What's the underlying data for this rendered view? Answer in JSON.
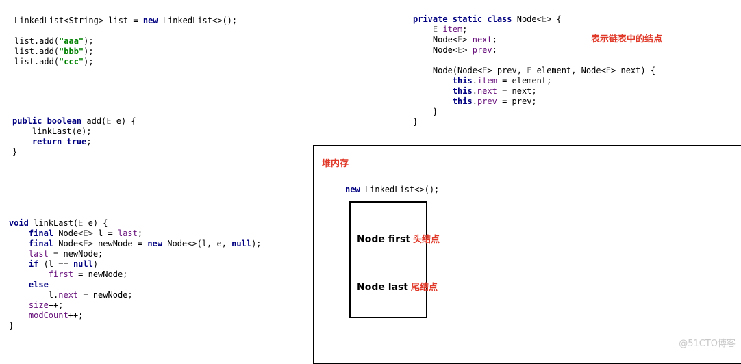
{
  "code_blocks": [
    {
      "id": "list-usage",
      "lines": [
        [
          {
            "t": "LinkedList<String> list = ",
            "c": "ty"
          },
          {
            "t": "new",
            "c": "k"
          },
          {
            "t": " LinkedList<>();",
            "c": "ty"
          }
        ],
        [
          {
            "t": "",
            "c": "ty"
          }
        ],
        [
          {
            "t": "list.add(",
            "c": "ty"
          },
          {
            "t": "\"aaa\"",
            "c": "s"
          },
          {
            "t": ");",
            "c": "ty"
          }
        ],
        [
          {
            "t": "list.add(",
            "c": "ty"
          },
          {
            "t": "\"bbb\"",
            "c": "s"
          },
          {
            "t": ");",
            "c": "ty"
          }
        ],
        [
          {
            "t": "list.add(",
            "c": "ty"
          },
          {
            "t": "\"ccc\"",
            "c": "s"
          },
          {
            "t": ");",
            "c": "ty"
          }
        ]
      ]
    },
    {
      "id": "add-method",
      "lines": [
        [
          {
            "t": "public boolean",
            "c": "k"
          },
          {
            "t": " add(",
            "c": "ty"
          },
          {
            "t": "E",
            "c": "g"
          },
          {
            "t": " e) {",
            "c": "ty"
          }
        ],
        [
          {
            "t": "    linkLast(e);",
            "c": "ty"
          }
        ],
        [
          {
            "t": "    ",
            "c": "ty"
          },
          {
            "t": "return true",
            "c": "k"
          },
          {
            "t": ";",
            "c": "ty"
          }
        ],
        [
          {
            "t": "}",
            "c": "ty"
          }
        ]
      ]
    },
    {
      "id": "linklast-method",
      "lines": [
        [
          {
            "t": "void",
            "c": "k"
          },
          {
            "t": " linkLast(",
            "c": "ty"
          },
          {
            "t": "E",
            "c": "g"
          },
          {
            "t": " e) {",
            "c": "ty"
          }
        ],
        [
          {
            "t": "    ",
            "c": "ty"
          },
          {
            "t": "final",
            "c": "k"
          },
          {
            "t": " Node<",
            "c": "ty"
          },
          {
            "t": "E",
            "c": "g"
          },
          {
            "t": "> l = ",
            "c": "ty"
          },
          {
            "t": "last",
            "c": "f"
          },
          {
            "t": ";",
            "c": "ty"
          }
        ],
        [
          {
            "t": "    ",
            "c": "ty"
          },
          {
            "t": "final",
            "c": "k"
          },
          {
            "t": " Node<",
            "c": "ty"
          },
          {
            "t": "E",
            "c": "g"
          },
          {
            "t": "> newNode = ",
            "c": "ty"
          },
          {
            "t": "new",
            "c": "k"
          },
          {
            "t": " Node<>(l, e, ",
            "c": "ty"
          },
          {
            "t": "null",
            "c": "k"
          },
          {
            "t": ");",
            "c": "ty"
          }
        ],
        [
          {
            "t": "    ",
            "c": "ty"
          },
          {
            "t": "last",
            "c": "f"
          },
          {
            "t": " = newNode;",
            "c": "ty"
          }
        ],
        [
          {
            "t": "    ",
            "c": "ty"
          },
          {
            "t": "if",
            "c": "k"
          },
          {
            "t": " (l == ",
            "c": "ty"
          },
          {
            "t": "null",
            "c": "k"
          },
          {
            "t": ")",
            "c": "ty"
          }
        ],
        [
          {
            "t": "        ",
            "c": "ty"
          },
          {
            "t": "first",
            "c": "f"
          },
          {
            "t": " = newNode;",
            "c": "ty"
          }
        ],
        [
          {
            "t": "    ",
            "c": "ty"
          },
          {
            "t": "else",
            "c": "k"
          }
        ],
        [
          {
            "t": "        l.",
            "c": "ty"
          },
          {
            "t": "next",
            "c": "f"
          },
          {
            "t": " = newNode;",
            "c": "ty"
          }
        ],
        [
          {
            "t": "    ",
            "c": "ty"
          },
          {
            "t": "size",
            "c": "f"
          },
          {
            "t": "++;",
            "c": "ty"
          }
        ],
        [
          {
            "t": "    ",
            "c": "ty"
          },
          {
            "t": "modCount",
            "c": "f"
          },
          {
            "t": "++;",
            "c": "ty"
          }
        ],
        [
          {
            "t": "}",
            "c": "ty"
          }
        ]
      ]
    },
    {
      "id": "node-class",
      "lines": [
        [
          {
            "t": "private static class",
            "c": "k"
          },
          {
            "t": " Node<",
            "c": "ty"
          },
          {
            "t": "E",
            "c": "g"
          },
          {
            "t": "> {",
            "c": "ty"
          }
        ],
        [
          {
            "t": "    ",
            "c": "ty"
          },
          {
            "t": "E",
            "c": "g"
          },
          {
            "t": " ",
            "c": "ty"
          },
          {
            "t": "item",
            "c": "f"
          },
          {
            "t": ";",
            "c": "ty"
          }
        ],
        [
          {
            "t": "    Node<",
            "c": "ty"
          },
          {
            "t": "E",
            "c": "g"
          },
          {
            "t": "> ",
            "c": "ty"
          },
          {
            "t": "next",
            "c": "f"
          },
          {
            "t": ";",
            "c": "ty"
          }
        ],
        [
          {
            "t": "    Node<",
            "c": "ty"
          },
          {
            "t": "E",
            "c": "g"
          },
          {
            "t": "> ",
            "c": "ty"
          },
          {
            "t": "prev",
            "c": "f"
          },
          {
            "t": ";",
            "c": "ty"
          }
        ],
        [
          {
            "t": "",
            "c": "ty"
          }
        ],
        [
          {
            "t": "    Node(Node<",
            "c": "ty"
          },
          {
            "t": "E",
            "c": "g"
          },
          {
            "t": "> prev, ",
            "c": "ty"
          },
          {
            "t": "E",
            "c": "g"
          },
          {
            "t": " element, Node<",
            "c": "ty"
          },
          {
            "t": "E",
            "c": "g"
          },
          {
            "t": "> next) {",
            "c": "ty"
          }
        ],
        [
          {
            "t": "        ",
            "c": "ty"
          },
          {
            "t": "this",
            "c": "k"
          },
          {
            "t": ".",
            "c": "ty"
          },
          {
            "t": "item",
            "c": "f"
          },
          {
            "t": " = element;",
            "c": "ty"
          }
        ],
        [
          {
            "t": "        ",
            "c": "ty"
          },
          {
            "t": "this",
            "c": "k"
          },
          {
            "t": ".",
            "c": "ty"
          },
          {
            "t": "next",
            "c": "f"
          },
          {
            "t": " = next;",
            "c": "ty"
          }
        ],
        [
          {
            "t": "        ",
            "c": "ty"
          },
          {
            "t": "this",
            "c": "k"
          },
          {
            "t": ".",
            "c": "ty"
          },
          {
            "t": "prev",
            "c": "f"
          },
          {
            "t": " = prev;",
            "c": "ty"
          }
        ],
        [
          {
            "t": "    }",
            "c": "ty"
          }
        ],
        [
          {
            "t": "}",
            "c": "ty"
          }
        ]
      ]
    },
    {
      "id": "heap-new-linkedlist",
      "lines": [
        [
          {
            "t": "new",
            "c": "k"
          },
          {
            "t": " LinkedList<>();",
            "c": "ty"
          }
        ]
      ]
    }
  ],
  "annotations": {
    "node_note": "表示链表中的结点",
    "heap_title": "堆内存"
  },
  "heap": {
    "first_field": "Node first",
    "first_note": "头结点",
    "last_field": "Node last",
    "last_note": "尾结点"
  },
  "watermark": "@51CTO博客",
  "colors": {
    "keyword": "#000080",
    "field": "#660e7a",
    "string": "#008000",
    "type_param": "#7a7a7a",
    "annotation": "#e03a2a"
  }
}
